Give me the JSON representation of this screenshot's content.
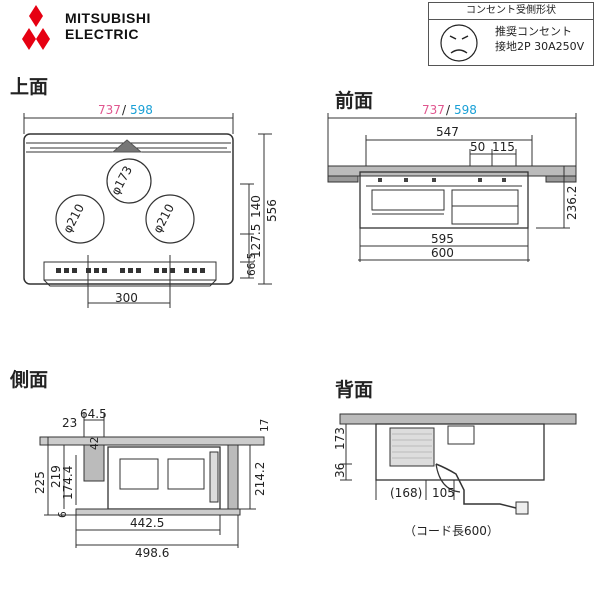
{
  "brand": {
    "name_line1": "MITSUBISHI",
    "name_line2": "ELECTRIC",
    "logo": "three-diamonds-logo"
  },
  "outlet": {
    "title": "コンセント受側形状",
    "line1": "推奨コンセント",
    "line2": "接地2P 30A250V"
  },
  "views": {
    "top": {
      "title": "上面",
      "width_a": "737",
      "sep": "/",
      "width_b": "598",
      "burner1": "φ173",
      "burner2": "φ210",
      "burner3": "φ210",
      "depth": "556",
      "d140": "140",
      "d1275": "127.5",
      "d665": "66.5",
      "w300": "300"
    },
    "front": {
      "title": "前面",
      "width_a": "737",
      "sep": "/",
      "width_b": "598",
      "w547": "547",
      "w50": "50",
      "w115": "115",
      "h2362": "236.2",
      "w595": "595",
      "w600": "600"
    },
    "side": {
      "title": "側面",
      "d645": "64.5",
      "d23": "23",
      "d42": "42",
      "d17": "17",
      "h225": "225",
      "h219": "219",
      "h1744": "174.4",
      "h6": "6",
      "h2142": "214.2",
      "w4425": "442.5",
      "w4986": "498.6"
    },
    "back": {
      "title": "背面",
      "h173": "173",
      "h36": "36",
      "w168": "(168)",
      "w105": "105",
      "cord": "（コード長600）"
    }
  },
  "colors": {
    "logo_red": "#e60012",
    "dim_pink": "#e0578f",
    "dim_cyan": "#1aa0d6"
  }
}
